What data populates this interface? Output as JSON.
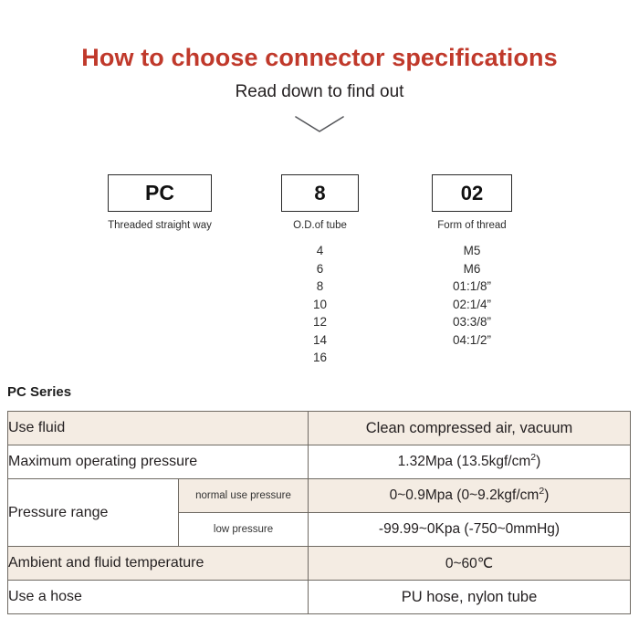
{
  "header": {
    "title": "How to choose connector specifications",
    "subtitle": "Read down to find out",
    "chevron_icon": "chevron-down-icon",
    "title_color": "#C0392B"
  },
  "selector": {
    "boxes": [
      {
        "code": "PC",
        "caption": "Threaded straight way"
      },
      {
        "code": "8",
        "caption": "O.D.of tube"
      },
      {
        "code": "02",
        "caption": "Form of thread"
      }
    ],
    "od_options": [
      "4",
      "6",
      "8",
      "10",
      "12",
      "14",
      "16"
    ],
    "thread_options": [
      "M5",
      "M6",
      "01:1/8”",
      "02:1/4”",
      "03:3/8”",
      "04:1/2”"
    ]
  },
  "series": {
    "label": "PC Series"
  },
  "spec_table": {
    "rows": [
      {
        "label": "Use fluid",
        "value": "Clean compressed air, vacuum",
        "shaded": true
      },
      {
        "label": "Maximum operating pressure",
        "value_prefix": "1.32Mpa  (13.5kgf/cm",
        "value_sup": "2",
        "value_suffix": ")",
        "shaded": false
      },
      {
        "label": "Pressure range",
        "sub_label": "normal use pressure",
        "value_prefix": "0~0.9Mpa  (0~9.2kgf/cm",
        "value_sup": "2",
        "value_suffix": ")",
        "shaded": true
      },
      {
        "sub_label": "low pressure",
        "value": "-99.99~0Kpa  (-750~0mmHg)",
        "shaded": false
      },
      {
        "label": "Ambient and fluid temperature",
        "value": "0~60℃",
        "shaded": true
      },
      {
        "label": "Use a hose",
        "value": "PU hose, nylon tube",
        "shaded": false
      }
    ],
    "shade_color": "#f4ece3",
    "border_color": "#6f6a63"
  }
}
